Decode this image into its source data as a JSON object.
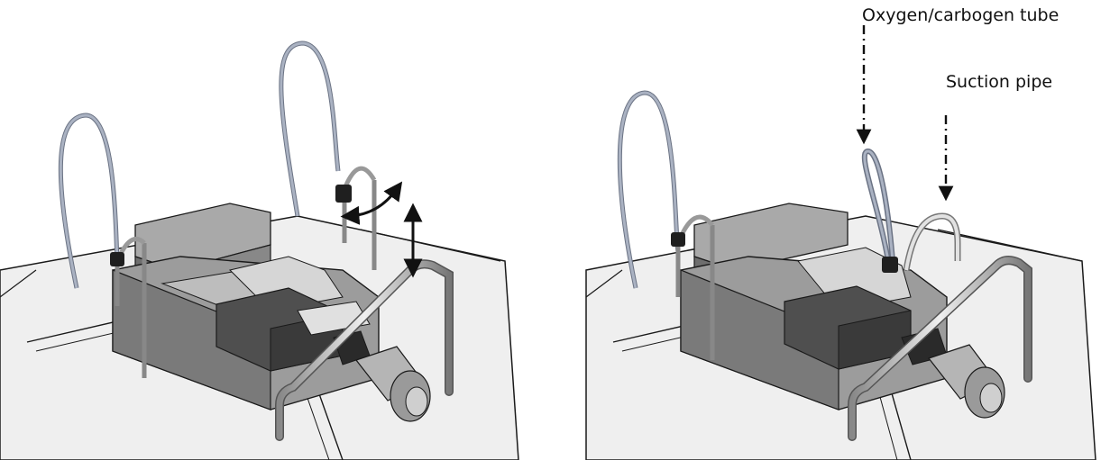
{
  "annotations": {
    "oxygen_tube": "Oxygen/carbogen tube",
    "suction_pipe": "Suction pipe"
  },
  "colors": {
    "background": "#ffffff",
    "metal_dark": "#5a5a5a",
    "metal_mid": "#8c8c8c",
    "metal_light": "#d9d9d9",
    "tube": "#9aa4b8",
    "base_plate": "#ececec",
    "outline": "#1a1a1a"
  },
  "panels": [
    {
      "state": "tubes raised",
      "motion_arrows": [
        "rotate",
        "up-down"
      ]
    },
    {
      "state": "tubes lowered into bath"
    }
  ]
}
